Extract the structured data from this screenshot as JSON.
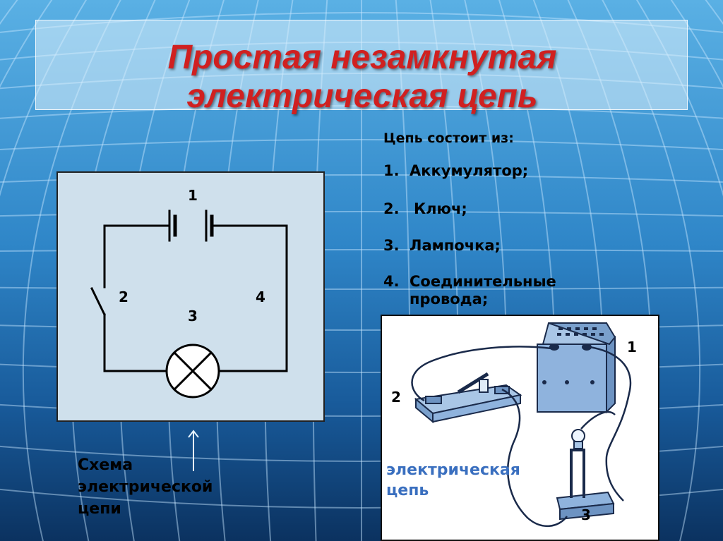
{
  "title": {
    "line1": "Простая незамкнутая",
    "line2": "электрическая цепь"
  },
  "components": {
    "heading": "Цепь состоит из:",
    "items": [
      {
        "num": "1.",
        "text": "Аккумулятор;"
      },
      {
        "num": "2.",
        "text": "Ключ;"
      },
      {
        "num": "3.",
        "text": "Лампочка;"
      },
      {
        "num": "4.",
        "text": "Соединительные провода;"
      }
    ]
  },
  "schematic": {
    "labels": [
      "1",
      "2",
      "3",
      "4"
    ],
    "caption": [
      "Схема",
      "электрической",
      "цепи"
    ]
  },
  "photo": {
    "labels": [
      "1",
      "2",
      "3"
    ],
    "caption": [
      "электрическая",
      "цепь"
    ]
  },
  "colors": {
    "title": "#d02020",
    "photo_caption": "#3a6fbf",
    "background_top": "#5ab0e4",
    "background_bottom": "#0b3260"
  }
}
